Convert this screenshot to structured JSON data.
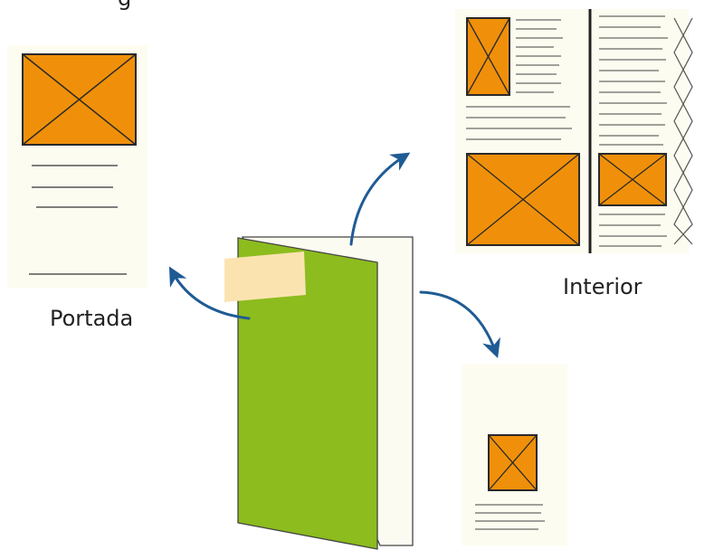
{
  "labels": {
    "top_partial": "g",
    "cover": "Portada",
    "interior": "Interior"
  },
  "colors": {
    "paper": "#fdfcf0",
    "image_fill": "#f0900a",
    "outline": "#2a2a2a",
    "brochure_cover": "#8cbc1e",
    "cover_tab": "#fbe3b0",
    "arrow": "#1f5b94"
  }
}
